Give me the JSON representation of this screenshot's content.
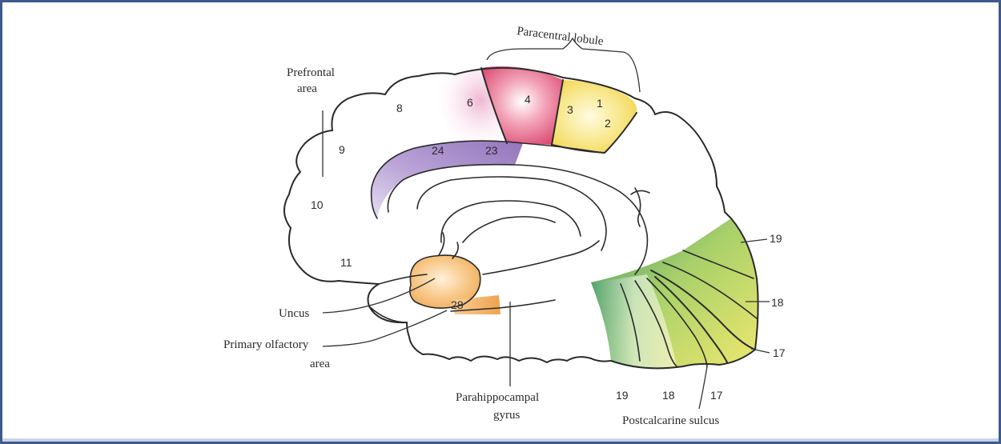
{
  "labels": {
    "paracentral_lobule": "Paracentral lobule",
    "prefrontal_line1": "Prefrontal",
    "prefrontal_line2": "area",
    "uncus": "Uncus",
    "primary_olfactory_line1": "Primary olfactory",
    "primary_olfactory_line2": "area",
    "parahippocampal_line1": "Parahippocampal",
    "parahippocampal_line2": "gyrus",
    "postcalcarine_sulcus": "Postcalcarine sulcus"
  },
  "areas": {
    "a1": "1",
    "a2": "2",
    "a3": "3",
    "a4": "4",
    "a6": "6",
    "a8": "8",
    "a9": "9",
    "a10": "10",
    "a11": "11",
    "a23": "23",
    "a24": "24",
    "a28": "28",
    "a19_right": "19",
    "a18_right": "18",
    "a17_right": "17",
    "a19_bottom": "19",
    "a18_bottom": "18",
    "a17_bottom": "17"
  },
  "colors": {
    "frame_border": "#3d5a8c",
    "area_6": "#f3c4dc",
    "area_4": "#e05a7a",
    "area_3_1_2": "#f2dc6a",
    "areas_23_24": "#a98cc8",
    "area_28_uncus": "#f2b46a",
    "visual_19": "#4c9e6c",
    "visual_18": "#a6cf62",
    "visual_17": "#e8e56a"
  }
}
